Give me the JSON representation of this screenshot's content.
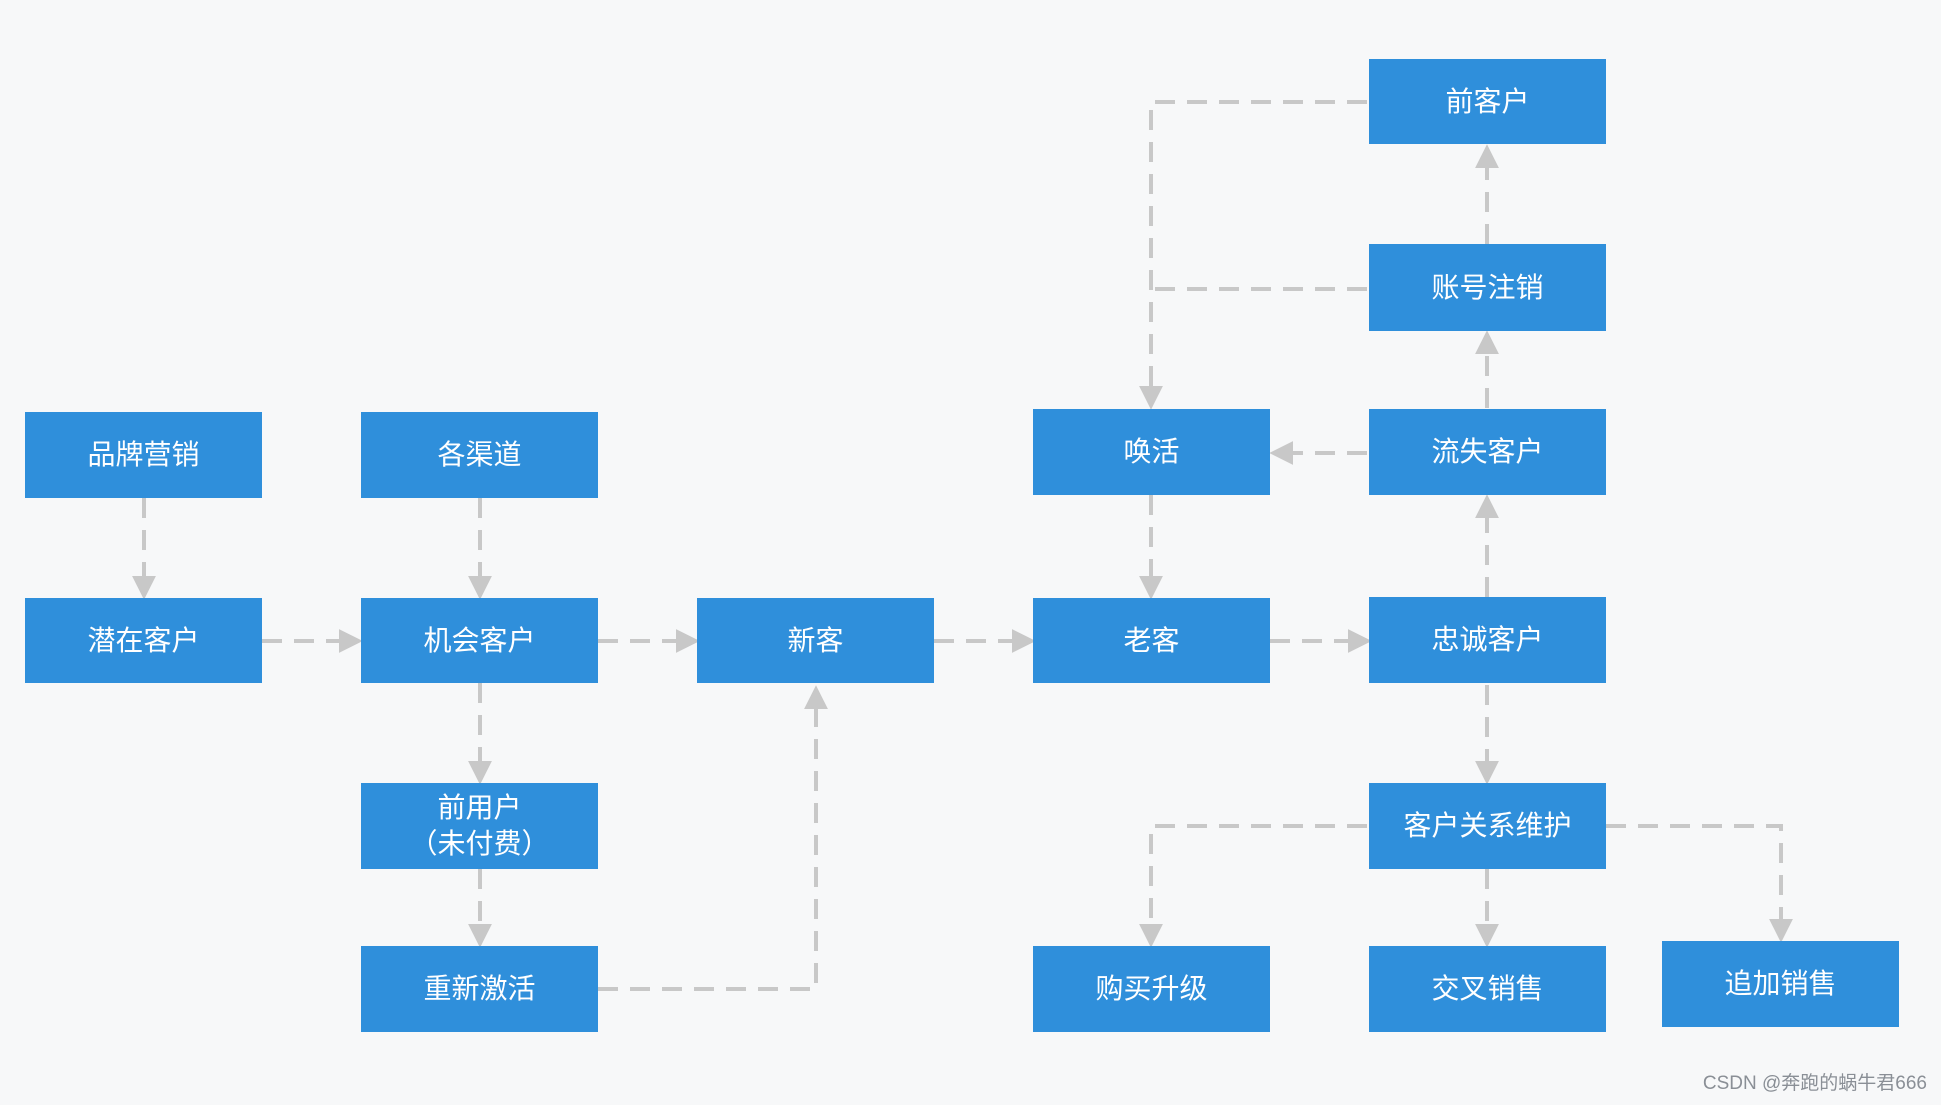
{
  "nodes": {
    "brand_marketing": "品牌营销",
    "potential_customer": "潜在客户",
    "channels": "各渠道",
    "opportunity_customer": "机会客户",
    "former_user_line1": "前用户",
    "former_user_line2": "（未付费）",
    "reactivate": "重新激活",
    "new_customer": "新客",
    "revive": "唤活",
    "old_customer": "老客",
    "former_customer": "前客户",
    "account_cancel": "账号注销",
    "lost_customer": "流失客户",
    "loyal_customer": "忠诚客户",
    "relationship_maintenance": "客户关系维护",
    "purchase_upgrade": "购买升级",
    "cross_sell": "交叉销售",
    "upsell": "追加销售"
  },
  "watermark": "CSDN @奔跑的蜗牛君666",
  "colors": {
    "node_fill": "#2f8fdb",
    "node_text": "#ffffff",
    "connector": "#c8c8c8",
    "background": "#f7f8f9"
  }
}
